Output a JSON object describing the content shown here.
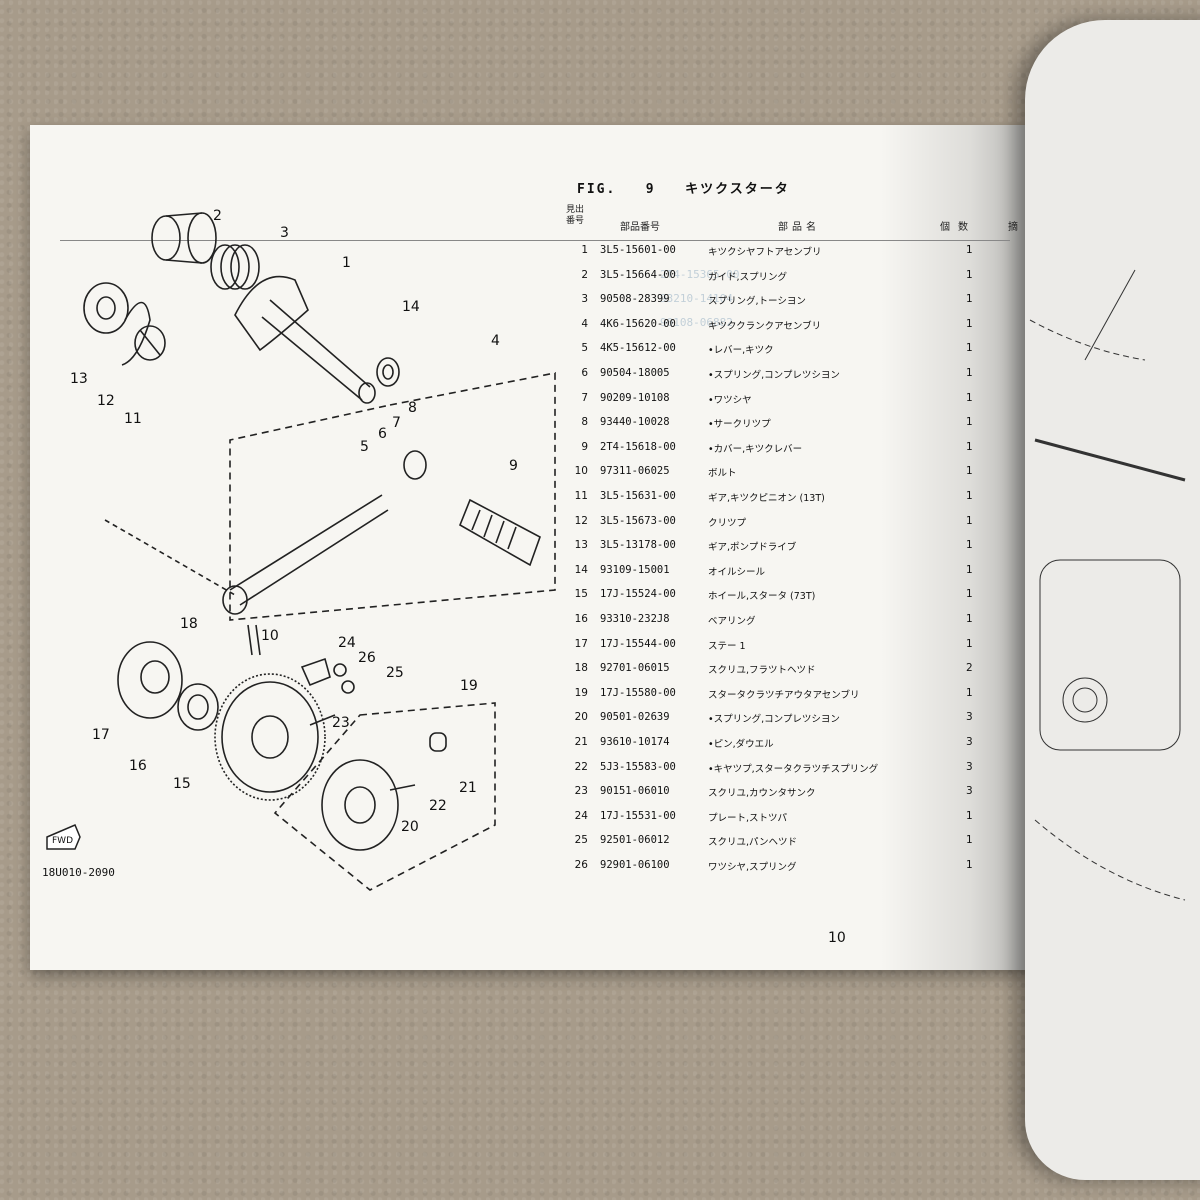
{
  "figure": {
    "fig_label": "FIG.",
    "fig_number": "9",
    "title": "キツクスタータ"
  },
  "table_header": {
    "ref_no": "見出番号",
    "part_no": "部品番号",
    "part_name": "部品名",
    "quantity": "個数",
    "remarks": "摘"
  },
  "parts": [
    {
      "ref": "1",
      "part_no": "3L5-15601-00",
      "name": "キツクシヤフトアセンブリ",
      "qty": "1"
    },
    {
      "ref": "2",
      "part_no": "3L5-15664-00",
      "name": "ガイド,スプリング",
      "qty": "1"
    },
    {
      "ref": "3",
      "part_no": "90508-28399",
      "name": "スプリング,トーシヨン",
      "qty": "1"
    },
    {
      "ref": "4",
      "part_no": "4K6-15620-00",
      "name": "キツククランクアセンブリ",
      "qty": "1"
    },
    {
      "ref": "5",
      "part_no": "4K5-15612-00",
      "name": "•レバー,キツク",
      "qty": "1"
    },
    {
      "ref": "6",
      "part_no": "90504-18005",
      "name": "•スプリング,コンプレツシヨン",
      "qty": "1"
    },
    {
      "ref": "7",
      "part_no": "90209-10108",
      "name": "•ワツシヤ",
      "qty": "1"
    },
    {
      "ref": "8",
      "part_no": "93440-10028",
      "name": "•サークリツプ",
      "qty": "1"
    },
    {
      "ref": "9",
      "part_no": "2T4-15618-00",
      "name": "•カバー,キツクレバー",
      "qty": "1"
    },
    {
      "ref": "10",
      "part_no": "97311-06025",
      "name": "ボルト",
      "qty": "1"
    },
    {
      "ref": "11",
      "part_no": "3L5-15631-00",
      "name": "ギア,キツクピニオン (13T)",
      "qty": "1"
    },
    {
      "ref": "12",
      "part_no": "3L5-15673-00",
      "name": "クリツプ",
      "qty": "1"
    },
    {
      "ref": "13",
      "part_no": "3L5-13178-00",
      "name": "ギア,ポンプドライブ",
      "qty": "1"
    },
    {
      "ref": "14",
      "part_no": "93109-15001",
      "name": "オイルシール",
      "qty": "1"
    },
    {
      "ref": "15",
      "part_no": "17J-15524-00",
      "name": "ホイール,スタータ (73T)",
      "qty": "1"
    },
    {
      "ref": "16",
      "part_no": "93310-232J8",
      "name": "ベアリング",
      "qty": "1"
    },
    {
      "ref": "17",
      "part_no": "17J-15544-00",
      "name": "ステー 1",
      "qty": "1"
    },
    {
      "ref": "18",
      "part_no": "92701-06015",
      "name": "スクリユ,フラツトヘツド",
      "qty": "2"
    },
    {
      "ref": "19",
      "part_no": "17J-15580-00",
      "name": "スタータクラツチアウタアセンブリ",
      "qty": "1"
    },
    {
      "ref": "20",
      "part_no": "90501-02639",
      "name": "•スプリング,コンプレツシヨン",
      "qty": "3"
    },
    {
      "ref": "21",
      "part_no": "93610-10174",
      "name": "•ピン,ダウエル",
      "qty": "3"
    },
    {
      "ref": "22",
      "part_no": "5J3-15583-00",
      "name": "•キヤツプ,スタータクラツチスプリング",
      "qty": "3"
    },
    {
      "ref": "23",
      "part_no": "90151-06010",
      "name": "スクリユ,カウンタサンク",
      "qty": "3"
    },
    {
      "ref": "24",
      "part_no": "17J-15531-00",
      "name": "プレート,ストツパ",
      "qty": "1"
    },
    {
      "ref": "25",
      "part_no": "92501-06012",
      "name": "スクリユ,パンヘツド",
      "qty": "1"
    },
    {
      "ref": "26",
      "part_no": "92901-06100",
      "name": "ワツシヤ,スプリング",
      "qty": "1"
    }
  ],
  "diagram": {
    "callouts": [
      "1",
      "2",
      "3",
      "4",
      "5",
      "6",
      "7",
      "8",
      "9",
      "10",
      "11",
      "12",
      "13",
      "14",
      "15",
      "16",
      "17",
      "18",
      "19",
      "20",
      "21",
      "22",
      "23",
      "24",
      "25",
      "26"
    ],
    "fwd_label": "FWD",
    "drawing_code": "18U010-2090"
  },
  "page_number": "10"
}
